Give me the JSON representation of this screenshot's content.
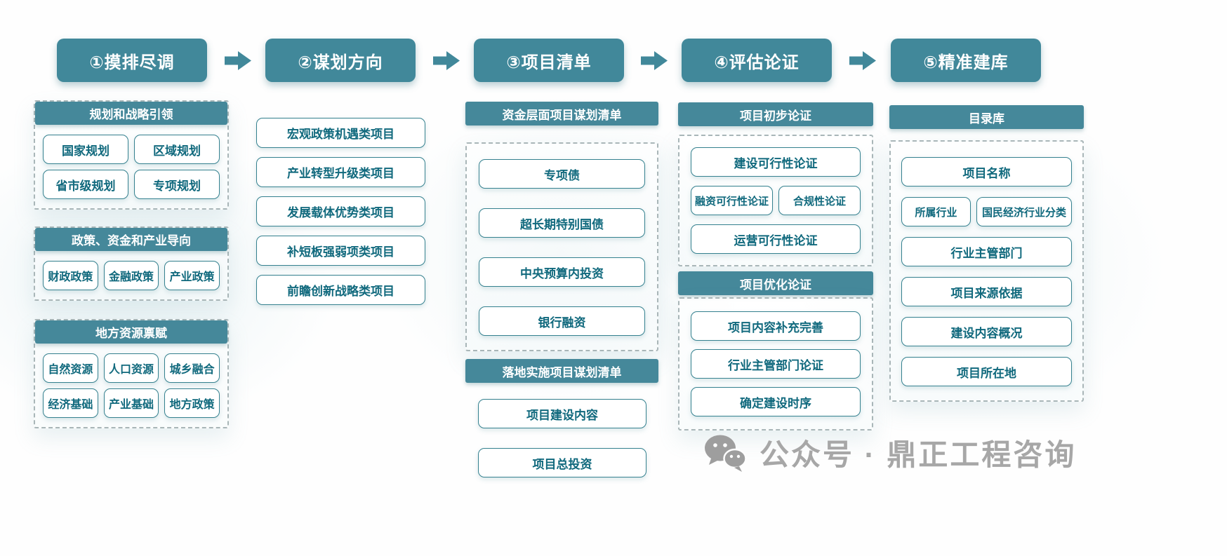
{
  "colors": {
    "accent_teal": "#41889a",
    "box_border_teal": "#35818f",
    "box_text_teal": "#10697d",
    "watermark_gray": "#a7a7a7"
  },
  "steps": [
    {
      "label": "①摸排尽调"
    },
    {
      "label": "②谋划方向"
    },
    {
      "label": "③项目清单"
    },
    {
      "label": "④评估论证"
    },
    {
      "label": "⑤精准建库"
    }
  ],
  "column1": {
    "groups": [
      {
        "header": "规划和战略引领",
        "cols": 2,
        "items": [
          "国家规划",
          "区域规划",
          "省市级规划",
          "专项规划"
        ]
      },
      {
        "header": "政策、资金和产业导向",
        "cols": 3,
        "items": [
          "财政政策",
          "金融政策",
          "产业政策"
        ]
      },
      {
        "header": "地方资源禀赋",
        "cols": 3,
        "items": [
          "自然资源",
          "人口资源",
          "城乡融合",
          "经济基础",
          "产业基础",
          "地方政策"
        ]
      }
    ]
  },
  "column2": {
    "items": [
      "宏观政策机遇类项目",
      "产业转型升级类项目",
      "发展载体优势类项目",
      "补短板强弱项类项目",
      "前瞻创新战略类项目"
    ]
  },
  "column3": {
    "group1": {
      "header": "资金层面项目谋划清单",
      "items": [
        "专项债",
        "超长期特别国债",
        "中央预算内投资",
        "银行融资"
      ]
    },
    "group2": {
      "header": "落地实施项目谋划清单",
      "items": [
        "项目建设内容",
        "项目总投资"
      ]
    }
  },
  "column4": {
    "group1": {
      "header": "项目初步论证",
      "rows": [
        [
          "建设可行性论证"
        ],
        [
          "融资可行性论证",
          "合规性论证"
        ],
        [
          "运营可行性论证"
        ]
      ]
    },
    "group2": {
      "header": "项目优化论证",
      "items": [
        "项目内容补充完善",
        "行业主管部门论证",
        "确定建设时序"
      ]
    }
  },
  "column5": {
    "header": "目录库",
    "rows": [
      [
        "项目名称"
      ],
      [
        "所属行业",
        "国民经济行业分类"
      ],
      [
        "行业主管部门"
      ],
      [
        "项目来源依据"
      ],
      [
        "建设内容概况"
      ],
      [
        "项目所在地"
      ]
    ]
  },
  "watermark": {
    "text": "公众号 · 鼎正工程咨询"
  }
}
